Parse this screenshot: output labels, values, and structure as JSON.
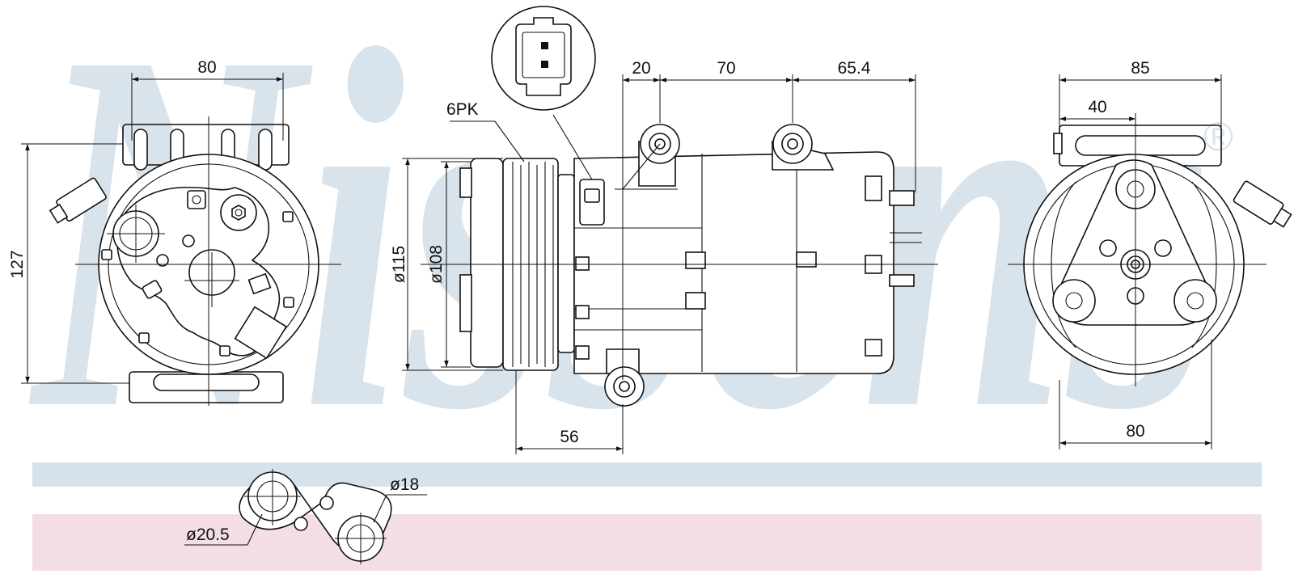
{
  "watermark": {
    "text": "Nissens",
    "registered_mark": "®",
    "color": "#d9e3ec"
  },
  "band_colors": {
    "blue": "#d5e2ec",
    "pink": "#f3dfe3"
  },
  "dimensions": {
    "front_width": "80",
    "front_height": "127",
    "diam_115": "ø115",
    "diam_108": "ø108",
    "belt": "6PK",
    "depth_20": "20",
    "depth_70": "70",
    "depth_65_4": "65.4",
    "pulley_56": "56",
    "back_width_85": "85",
    "back_40": "40",
    "back_width_80": "80",
    "port_20_5": "ø20.5",
    "port_18": "ø18"
  }
}
